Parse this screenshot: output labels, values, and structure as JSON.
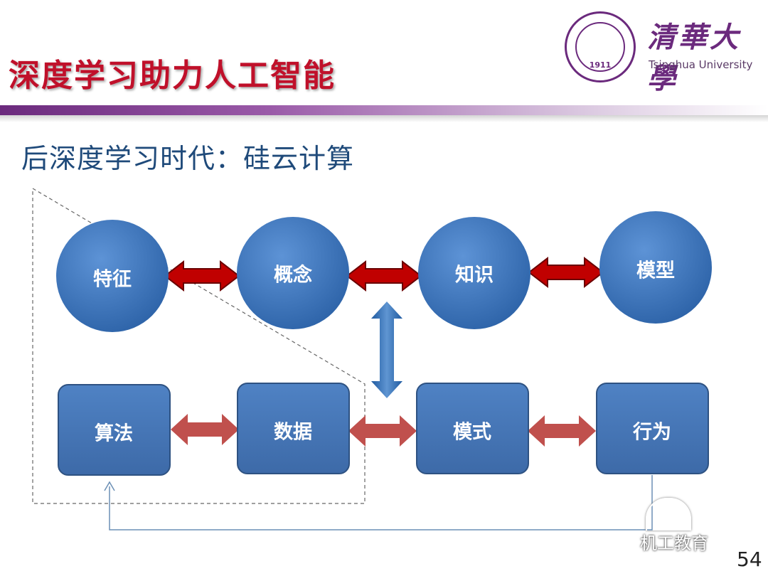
{
  "header": {
    "title": "深度学习助力人工智能",
    "logo": {
      "seal_year": "1911",
      "name_cn": "清華大學",
      "name_en": "Tsinghua University"
    }
  },
  "subtitle": "后深度学习时代：硅云计算",
  "diagram": {
    "top_row": [
      "特征",
      "概念",
      "知识",
      "模型"
    ],
    "bottom_row": [
      "算法",
      "数据",
      "模式",
      "行为"
    ],
    "colors": {
      "node_fill": "#3f79c2",
      "box_fill": "#4475b8",
      "red_arrow": "#c00000",
      "soft_red_arrow": "#c0504d",
      "blue_arrow": "#2e6bb3"
    }
  },
  "watermark": "机工教育",
  "page_number": "54"
}
